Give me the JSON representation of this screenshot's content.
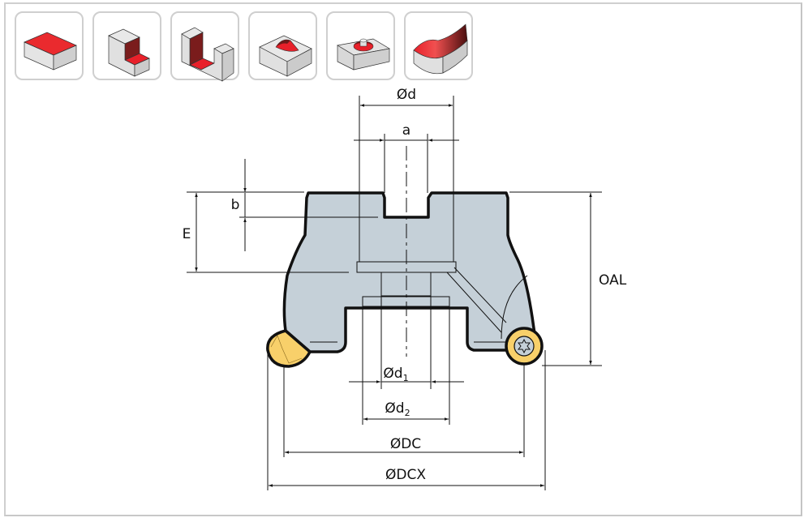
{
  "operations": [
    {
      "name": "face-milling",
      "icon": "face-milling-icon"
    },
    {
      "name": "shoulder-milling",
      "icon": "shoulder-milling-icon"
    },
    {
      "name": "slot-milling",
      "icon": "slot-milling-icon"
    },
    {
      "name": "pocket-milling",
      "icon": "pocket-milling-icon"
    },
    {
      "name": "circular-milling",
      "icon": "circular-milling-icon"
    },
    {
      "name": "profile-milling",
      "icon": "profile-milling-icon"
    }
  ],
  "dimensions": {
    "d": {
      "prefix": "Ø",
      "label": "d"
    },
    "a": {
      "label": "a"
    },
    "b": {
      "label": "b"
    },
    "E": {
      "label": "E"
    },
    "OAL": {
      "label": "OAL"
    },
    "d1": {
      "prefix": "Ø",
      "label": "d",
      "sub": "1"
    },
    "d2": {
      "prefix": "Ø",
      "label": "d",
      "sub": "2"
    },
    "DC": {
      "label": "ØDC"
    },
    "DCX": {
      "label": "ØDCX"
    }
  },
  "colors": {
    "accent_red": "#e8202a",
    "dark_red": "#6e1a1a",
    "body_gray": "#c5d0d8",
    "insert_yellow": "#f8d06a",
    "tile_border": "#cfcfcf"
  }
}
